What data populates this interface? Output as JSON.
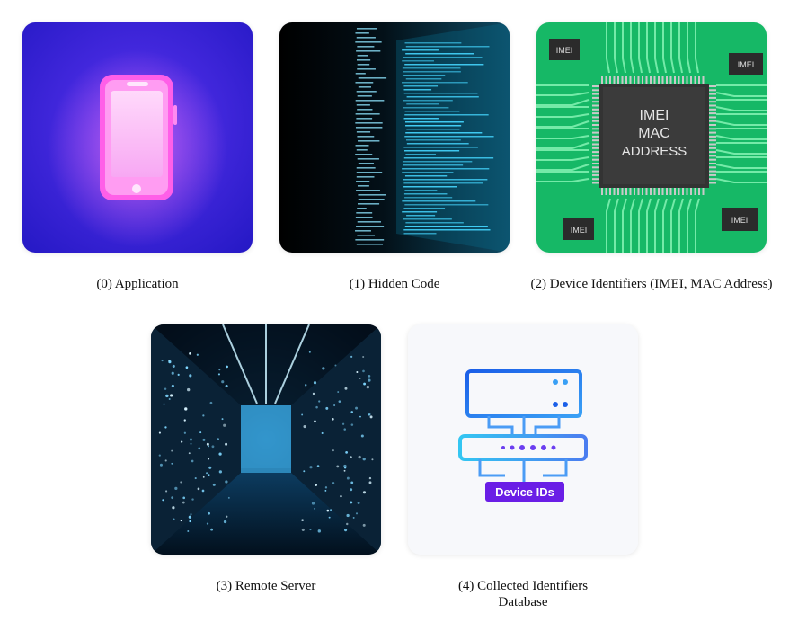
{
  "panels": [
    {
      "caption": "(0) Application",
      "icon": "smartphone-icon"
    },
    {
      "caption": "(1) Hidden Code",
      "icon": "code-screen-icon"
    },
    {
      "caption": "(2) Device Identifiers (IMEI, MAC Address)",
      "icon": "chip-icon",
      "chip_label_lines": [
        "IMEI",
        "MAC",
        "ADDRESS"
      ],
      "small_chip_label": "IMEI"
    },
    {
      "caption": "(3) Remote Server",
      "icon": "server-room-icon"
    },
    {
      "caption": "(4) Collected Identifiers Database",
      "icon": "database-server-icon",
      "badge": "Device IDs"
    }
  ],
  "colors": {
    "phone_bg": "#3a22d6",
    "phone_glow": "#ff66f0",
    "code_cyan": "#3fd8ff",
    "pcb_green": "#19c270",
    "server_blue": "#1b63e8",
    "badge_purple": "#6a1ee6"
  }
}
